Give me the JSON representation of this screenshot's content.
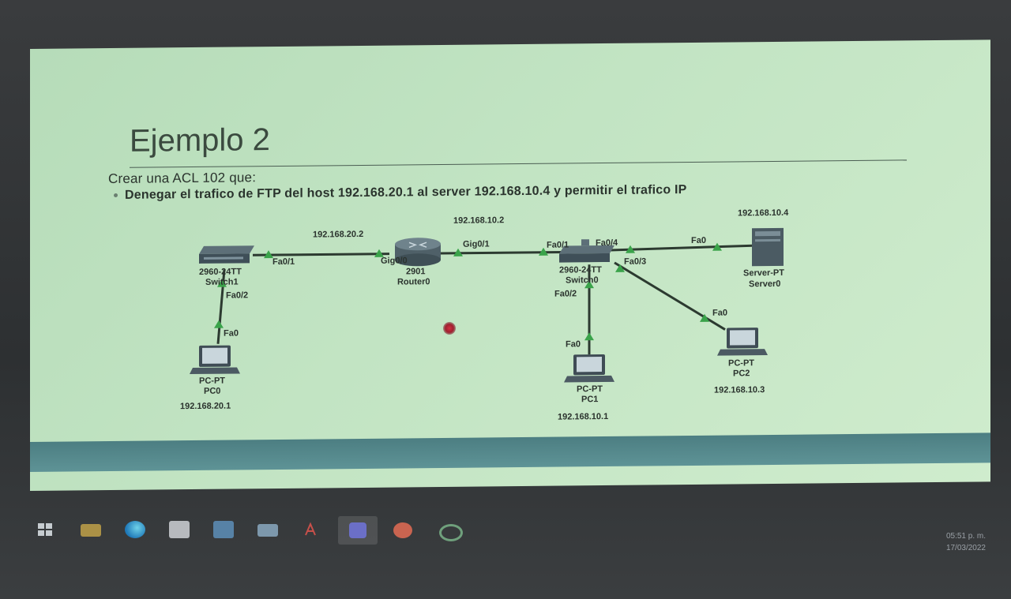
{
  "slide": {
    "title": "Ejemplo 2",
    "subtitle": "Crear una ACL 102 que:",
    "bullet": "Denegar el trafico de FTP del host 192.168.20.1 al server 192.168.10.4 y permitir el trafico IP"
  },
  "topology": {
    "switch1": {
      "model": "2960-24TT",
      "name": "Switch1"
    },
    "router0": {
      "model": "2901",
      "name": "Router0"
    },
    "switch0": {
      "model": "2960-24TT",
      "name": "Switch0"
    },
    "server0": {
      "model": "Server-PT",
      "name": "Server0",
      "ip": "192.168.10.4"
    },
    "pc0": {
      "model": "PC-PT",
      "name": "PC0",
      "ip": "192.168.20.1"
    },
    "pc1": {
      "model": "PC-PT",
      "name": "PC1",
      "ip": "192.168.10.1"
    },
    "pc2": {
      "model": "PC-PT",
      "name": "PC2",
      "ip": "192.168.10.3"
    },
    "ports": {
      "sw1_fa01": "Fa0/1",
      "sw1_fa02": "Fa0/2",
      "pc0_fa0": "Fa0",
      "r0_gig00": "Gig0/0",
      "r0_gig01": "Gig0/1",
      "sw0_fa01": "Fa0/1",
      "sw0_fa04": "Fa0/4",
      "sw0_fa03": "Fa0/3",
      "sw0_fa02": "Fa0/2",
      "srv_fa0": "Fa0",
      "pc1_fa0": "Fa0",
      "pc2_fa0": "Fa0"
    },
    "link_ips": {
      "lan20_gateway": "192.168.20.2",
      "lan10_gateway": "192.168.10.2"
    }
  },
  "taskbar": {
    "icons": [
      "windows-start-icon",
      "file-explorer-icon",
      "edge-icon",
      "store-icon",
      "mail-icon",
      "folder-icon",
      "acrobat-icon",
      "teams-icon",
      "powerpoint-icon",
      "packet-tracer-icon"
    ],
    "time": "05:51 p. m.",
    "date": "17/03/2022"
  },
  "colors": {
    "slide_bg": "#c2e4c3",
    "footer_bar": "#4c7e82",
    "link_line": "#2c3a30",
    "link_up": "#3aa34a"
  }
}
